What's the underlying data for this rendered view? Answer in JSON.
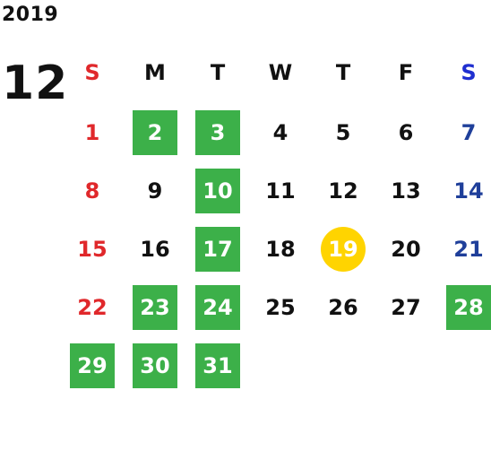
{
  "calendar": {
    "year": "2019",
    "month": "12",
    "weekdays": [
      "S",
      "M",
      "T",
      "W",
      "T",
      "F",
      "S"
    ],
    "weeks": [
      [
        {
          "label": "1",
          "type": "sunday"
        },
        {
          "label": "2",
          "type": "holiday"
        },
        {
          "label": "3",
          "type": "holiday"
        },
        {
          "label": "4",
          "type": "normal"
        },
        {
          "label": "5",
          "type": "normal"
        },
        {
          "label": "6",
          "type": "normal"
        },
        {
          "label": "7",
          "type": "saturday"
        }
      ],
      [
        {
          "label": "8",
          "type": "sunday"
        },
        {
          "label": "9",
          "type": "normal"
        },
        {
          "label": "10",
          "type": "holiday"
        },
        {
          "label": "11",
          "type": "normal"
        },
        {
          "label": "12",
          "type": "normal"
        },
        {
          "label": "13",
          "type": "normal"
        },
        {
          "label": "14",
          "type": "saturday"
        }
      ],
      [
        {
          "label": "15",
          "type": "sunday"
        },
        {
          "label": "16",
          "type": "normal"
        },
        {
          "label": "17",
          "type": "holiday"
        },
        {
          "label": "18",
          "type": "normal"
        },
        {
          "label": "19",
          "type": "today"
        },
        {
          "label": "20",
          "type": "normal"
        },
        {
          "label": "21",
          "type": "saturday"
        }
      ],
      [
        {
          "label": "22",
          "type": "sunday"
        },
        {
          "label": "23",
          "type": "holiday"
        },
        {
          "label": "24",
          "type": "holiday"
        },
        {
          "label": "25",
          "type": "normal"
        },
        {
          "label": "26",
          "type": "normal"
        },
        {
          "label": "27",
          "type": "normal"
        },
        {
          "label": "28",
          "type": "holiday"
        }
      ],
      [
        {
          "label": "29",
          "type": "holiday"
        },
        {
          "label": "30",
          "type": "holiday"
        },
        {
          "label": "31",
          "type": "holiday"
        },
        {
          "label": "",
          "type": "empty"
        },
        {
          "label": "",
          "type": "empty"
        },
        {
          "label": "",
          "type": "empty"
        },
        {
          "label": "",
          "type": "empty"
        }
      ]
    ]
  },
  "colors": {
    "holiday_bg": "#3cb049",
    "today_bg": "#ffd400",
    "sunday_text": "#e0282b",
    "saturday_text": "#1f3f9a",
    "saturday_header": "#1f2fd0"
  }
}
